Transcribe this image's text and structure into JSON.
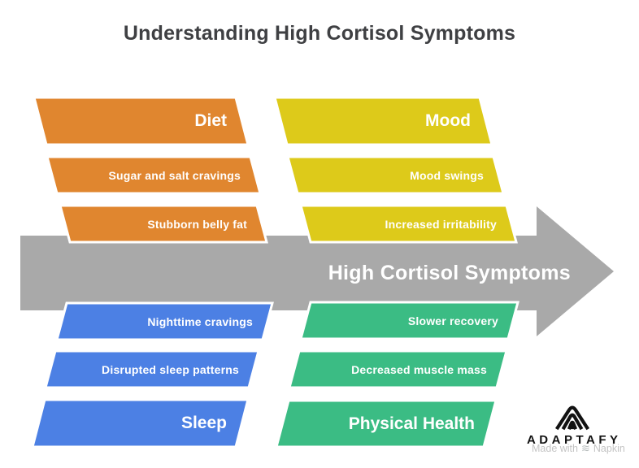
{
  "title": "Understanding High Cortisol Symptoms",
  "title_color": "#3F4043",
  "arrow": {
    "label": "High Cortisol Symptoms",
    "color": "#A9A9A9",
    "text_color": "#FFFFFF"
  },
  "groups": [
    {
      "name": "Diet",
      "position": "top-left",
      "color": "#E0862F",
      "items": [
        "Sugar and salt cravings",
        "Stubborn belly fat"
      ]
    },
    {
      "name": "Mood",
      "position": "top-right",
      "color": "#DDCA1A",
      "items": [
        "Mood swings",
        "Increased irritability"
      ]
    },
    {
      "name": "Sleep",
      "position": "bottom-left",
      "color": "#4C80E4",
      "items": [
        "Nighttime cravings",
        "Disrupted sleep patterns"
      ]
    },
    {
      "name": "Physical Health",
      "position": "bottom-right",
      "color": "#3BBC84",
      "items": [
        "Slower recovery",
        "Decreased muscle mass"
      ]
    }
  ],
  "branding": {
    "logo_text": "ADAPTAFY",
    "logo_icon": "adaptafy-mountain-icon",
    "watermark_prefix": "Made with",
    "watermark_brand": "Napkin",
    "napkin_icon_glyph": "≋",
    "watermark_color": "#C4C4C4"
  }
}
